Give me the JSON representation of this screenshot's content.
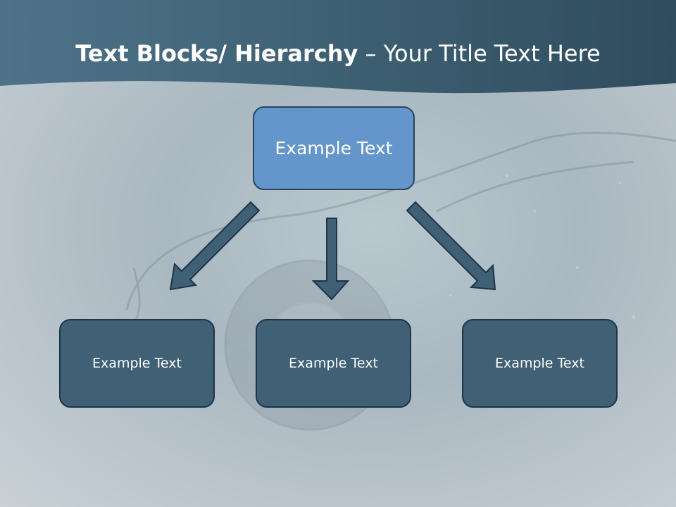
{
  "title": {
    "bold_part": "Text Blocks/ Hierarchy",
    "separator": " – ",
    "rest": "Your Title Text Here"
  },
  "hierarchy": {
    "top": {
      "label": "Example Text"
    },
    "children": [
      {
        "label": "Example Text"
      },
      {
        "label": "Example Text"
      },
      {
        "label": "Example Text"
      }
    ]
  },
  "colors": {
    "header_band": "#3e6073",
    "top_box": "#6596cb",
    "child_box": "#3f6075",
    "arrow": "#3f6075",
    "border": "#1d3547"
  }
}
